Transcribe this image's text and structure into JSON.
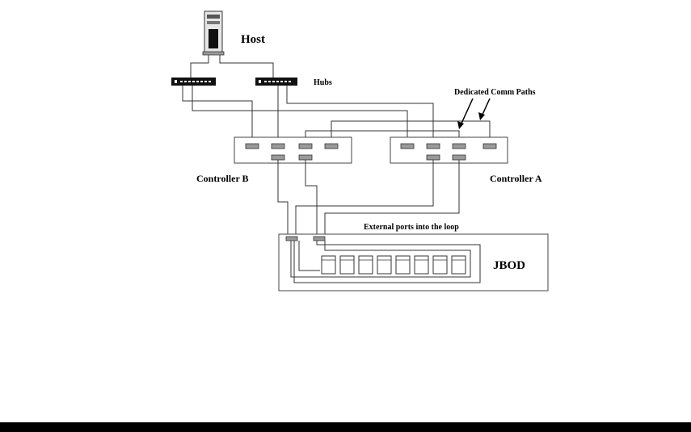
{
  "labels": {
    "host": "Host",
    "hubs": "Hubs",
    "dedicated_comm_paths": "Dedicated Comm Paths",
    "controller_b": "Controller B",
    "controller_a": "Controller A",
    "external_ports": "External ports into the loop",
    "jbod": "JBOD"
  },
  "icons": {
    "host": "server-tower-icon",
    "hub": "network-hub-icon",
    "disk": "disk-drive-icon"
  },
  "counts": {
    "hubs": 2,
    "controllers": 2,
    "disks": 8
  }
}
